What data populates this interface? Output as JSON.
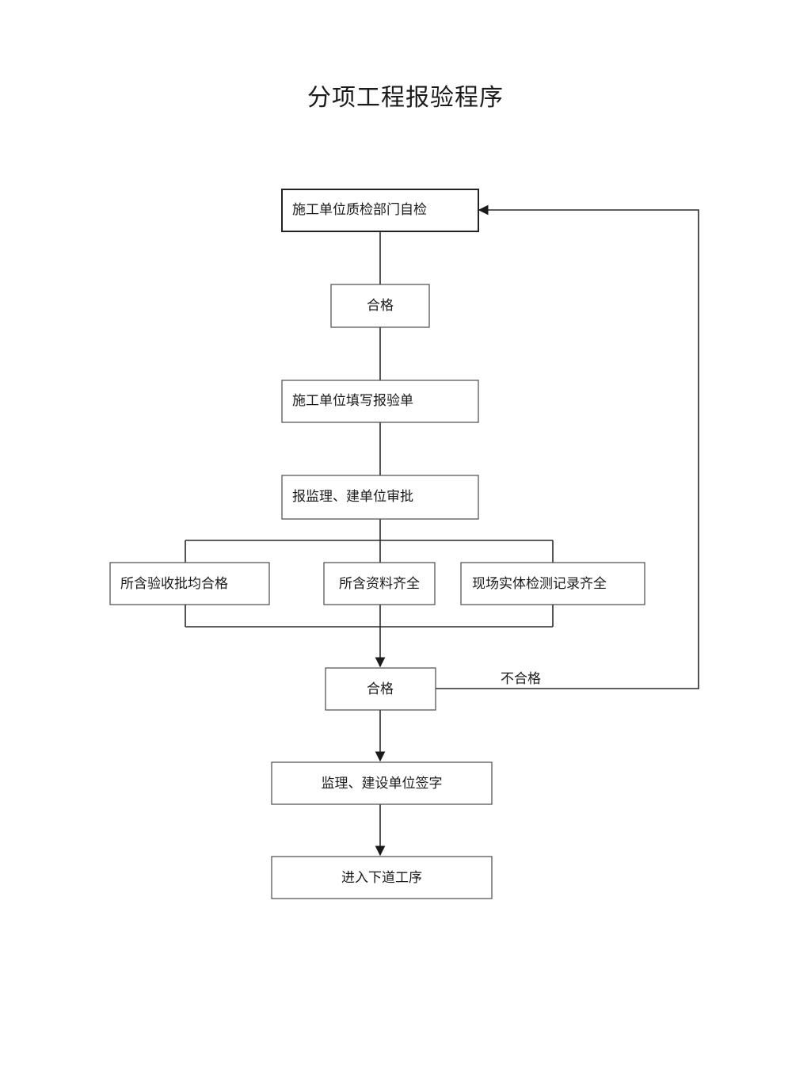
{
  "title": "分项工程报验程序",
  "nodes": {
    "self_check": "施工单位质检部门自检",
    "qualified_1": "合格",
    "fill_form": "施工单位填写报验单",
    "submit_approval": "报监理、建单位审批",
    "acceptance_all_qualified": "所含验收批均合格",
    "documents_complete": "所含资料齐全",
    "onsite_records_complete": "现场实体检测记录齐全",
    "qualified_2": "合格",
    "sign_off": "监理、建设单位签字",
    "next_process": "进入下道工序"
  },
  "edges": {
    "not_qualified_label": "不合格"
  }
}
